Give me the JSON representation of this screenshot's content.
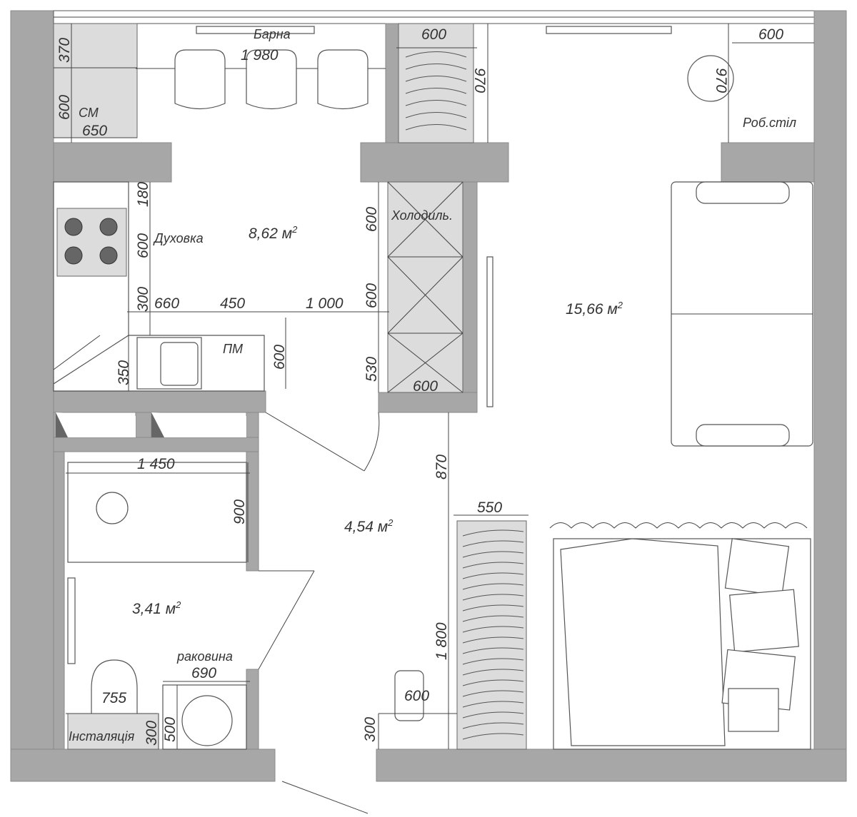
{
  "rooms": {
    "kitchen_area": "8,62 м",
    "living_area": "15,66 м",
    "hall_area": "4,54 м",
    "bath_area": "3,41 м",
    "sup": "2"
  },
  "labels": {
    "bar": "Барна",
    "washer": "СМ",
    "oven": "Духовка",
    "fridge": "Холодиль.",
    "dishwasher": "ПМ",
    "desk": "Роб.стіл",
    "sink": "раковина",
    "installation": "Інсталяція"
  },
  "dims": {
    "d370": "370",
    "d600a": "600",
    "d650": "650",
    "d1980": "1 980",
    "d600b": "600",
    "d970a": "970",
    "d600c": "600",
    "d970b": "970",
    "d180": "180",
    "d600d": "600",
    "d300a": "300",
    "d660": "660",
    "d450": "450",
    "d1000": "1 000",
    "d600e": "600",
    "d600f": "600",
    "d530": "530",
    "d600g": "600",
    "d350": "350",
    "d600h": "600",
    "d870": "870",
    "d550": "550",
    "d1800": "1 800",
    "d600i": "600",
    "d300b": "300",
    "d1450": "1 450",
    "d900": "900",
    "d690": "690",
    "d755": "755",
    "d500": "500",
    "d300c": "300"
  },
  "colors": {
    "wall": "#a7a7a7",
    "furniture_fill": "#dcdcdc",
    "line": "#444444"
  }
}
